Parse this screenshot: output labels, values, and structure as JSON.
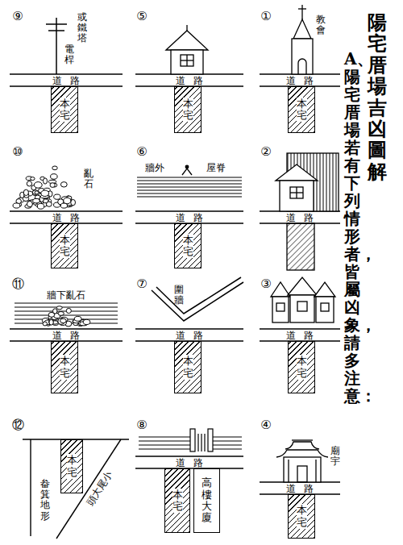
{
  "diagram": {
    "title": "陽宅厝場吉凶圖解",
    "nodes": [
      {
        "text": [
          "本宅"
        ]
      },
      {
        "text": [
          "本宅"
        ]
      },
      {
        "text": [
          "本宅"
        ]
      },
      {
        "text": [
          "本宅"
        ]
      },
      {
        "text": [
          "本宅"
        ]
      },
      {
        "text": [
          "本宅"
        ]
      },
      {
        "text": [
          "本宅"
        ]
      },
      {
        "text": [
          "高樓大廈"
        ]
      },
      {
        "text": [
          "本宅"
        ]
      },
      {
        "text": [
          "本宅"
        ]
      },
      {
        "text": [
          "本宅"
        ]
      },
      {
        "text": [
          "本宅"
        ]
      }
    ],
    "labels": [
      "A、陽宅厝場若有下列情形者，皆屬凶象，請多注意：",
      "①",
      "教會",
      "道路",
      "②",
      "道路",
      "③",
      "道路",
      "④",
      "廟宇",
      "道路",
      "⑤",
      "道路",
      "⑥",
      "牆外",
      "屋脊",
      "道路",
      "⑦",
      "圍牆",
      "道路",
      "⑧",
      "道路",
      "⑨",
      "或鐵塔",
      "電桿",
      "道路",
      "⑩",
      "亂石",
      "道路",
      "⑪",
      "牆下亂石",
      "道路",
      "⑫",
      "畚箕地形",
      "頭大尾小"
    ]
  }
}
